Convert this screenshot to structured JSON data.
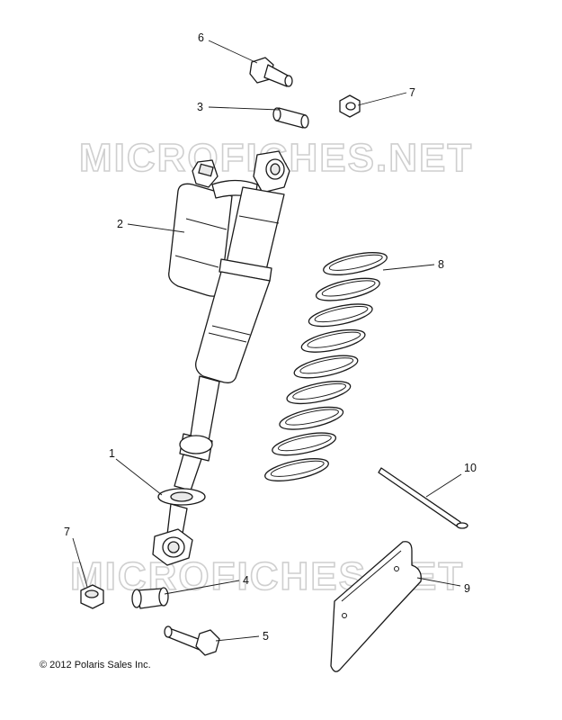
{
  "watermark": "MICROFICHES.NET",
  "copyright": "© 2012 Polaris Sales Inc.",
  "callouts": {
    "c1": "1",
    "c2": "2",
    "c3": "3",
    "c4": "4",
    "c5": "5",
    "c6": "6",
    "c7a": "7",
    "c7b": "7",
    "c8": "8",
    "c9": "9",
    "c10": "10"
  }
}
